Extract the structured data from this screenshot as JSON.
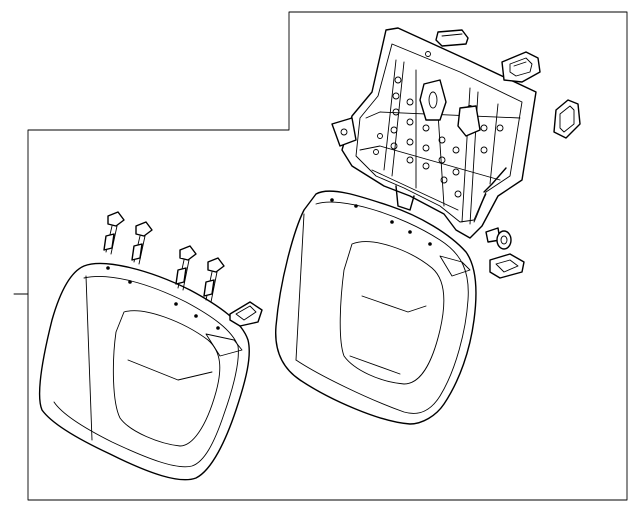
{
  "diagram": {
    "type": "exploded-parts-illustration",
    "background": "#ffffff",
    "line_color": "#000000",
    "parts": [
      {
        "id": "seat-back-frame",
        "icon": "seat-frame"
      },
      {
        "id": "clip-top",
        "icon": "clip"
      },
      {
        "id": "latch-bezel-right",
        "icon": "bezel"
      },
      {
        "id": "release-handle",
        "icon": "handle"
      },
      {
        "id": "seat-back-large",
        "icon": "seat-back"
      },
      {
        "id": "seat-back-small",
        "icon": "seat-back"
      },
      {
        "id": "headrest-guide-1",
        "icon": "guide"
      },
      {
        "id": "headrest-guide-2",
        "icon": "guide"
      },
      {
        "id": "headrest-guide-3",
        "icon": "guide"
      },
      {
        "id": "headrest-guide-4",
        "icon": "guide"
      },
      {
        "id": "latch-cover-small-seat",
        "icon": "bezel"
      },
      {
        "id": "latch-cover-large-seat",
        "icon": "bezel"
      },
      {
        "id": "pivot-bushing",
        "icon": "bushing"
      }
    ]
  }
}
